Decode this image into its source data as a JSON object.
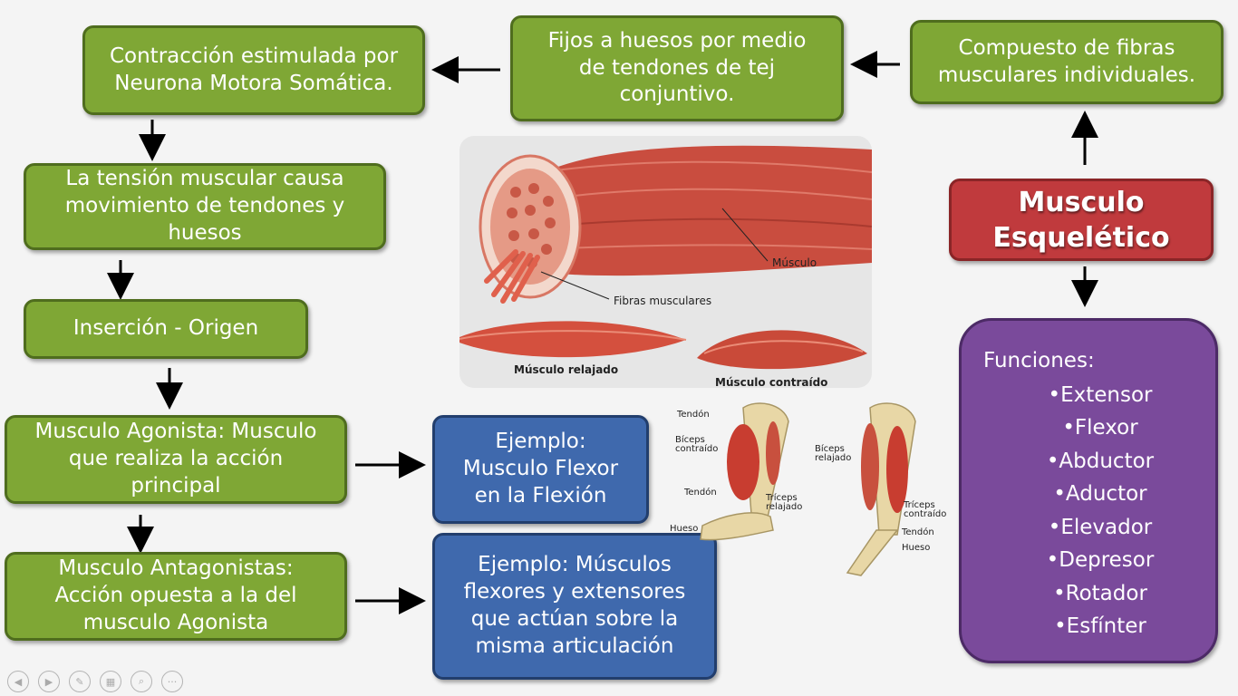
{
  "boxes": {
    "contraccion": "Contracción estimulada por\nNeurona Motora Somática.",
    "fijos": "Fijos a huesos por medio\nde tendones de tej\nconjuntivo.",
    "compuesto": "Compuesto de fibras\nmusculares  individuales.",
    "tension": "La tensión muscular causa\nmovimiento de tendones y\nhuesos",
    "insercion": "Inserción - Origen",
    "agonista": "Musculo Agonista: Musculo\nque realiza la acción\nprincipal",
    "antagonistas": "Musculo Antagonistas:\nAcción opuesta a la del\nmusculo Agonista",
    "ejemplo1": "Ejemplo:\nMusculo Flexor\nen la Flexión",
    "ejemplo2": "Ejemplo: Músculos\nflexores y extensores\nque actúan sobre la\nmisma articulación",
    "central": "Musculo\nEsquelético"
  },
  "funciones": {
    "title": "Funciones:",
    "items": [
      "•Extensor",
      "•Flexor",
      "•Abductor",
      "•Aductor",
      "•Elevador",
      "•Depresor",
      "•Rotador",
      "•Esfínter"
    ]
  },
  "muscle_image": {
    "label_musculo": "Músculo",
    "label_fibras": "Fibras musculares",
    "label_relajado": "Músculo relajado",
    "label_contraido": "Músculo contraído"
  },
  "arm_image": {
    "tendon1": "Tendón",
    "biceps_contraido_1": "Bíceps",
    "biceps_contraido_2": "contraído",
    "tendon2": "Tendón",
    "triceps_relajado_1": "Tríceps",
    "triceps_relajado_2": "relajado",
    "hueso1": "Hueso",
    "biceps_relajado_1": "Bíceps",
    "biceps_relajado_2": "relajado",
    "triceps_contraido_1": "Tríceps",
    "triceps_contraido_2": "contraído",
    "tendon3": "Tendón",
    "hueso2": "Hueso"
  },
  "colors": {
    "green": "#7fa735",
    "blue": "#3f69ad",
    "red": "#c03a3d",
    "purple": "#7a4a9b"
  },
  "nav_icons": [
    "back-icon",
    "forward-icon",
    "pen-icon",
    "slides-icon",
    "zoom-icon",
    "more-icon"
  ]
}
